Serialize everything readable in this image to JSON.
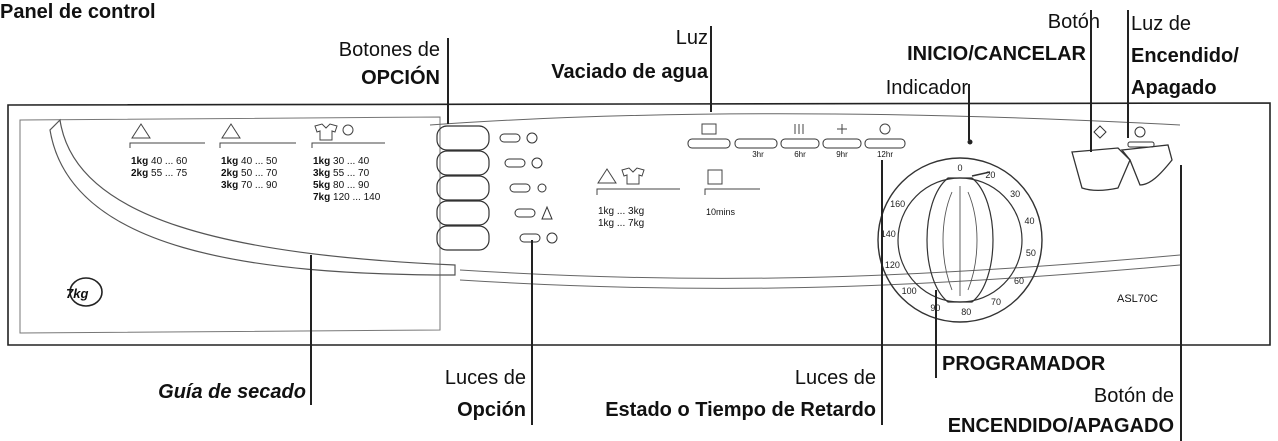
{
  "title": "Panel de control",
  "callouts": {
    "option_buttons": [
      "Botones de",
      "OPCIÓN"
    ],
    "drain_light": [
      "Luz",
      "Vaciado de agua"
    ],
    "start_button": [
      "Botón",
      "INICIO/CANCELAR"
    ],
    "indicator": "Indicador",
    "power_light": [
      "Luz de",
      "Encendido/",
      "Apagado"
    ],
    "drying_guide": "Guía de secado",
    "option_lights": [
      "Luces de",
      "Opción"
    ],
    "status_lights": [
      "Luces de",
      "Estado o Tiempo de Retardo"
    ],
    "programmer": "PROGRAMADOR",
    "power_button": [
      "Botón de",
      "ENCENDIDO/APAGADO"
    ]
  },
  "panel": {
    "model": "ASL70C",
    "badge": "7kg",
    "guide": {
      "col1": [
        [
          "1kg",
          "40 ... 60"
        ],
        [
          "2kg",
          "55 ... 75"
        ]
      ],
      "col2": [
        [
          "1kg",
          "40 ... 50"
        ],
        [
          "2kg",
          "50 ... 70"
        ],
        [
          "3kg",
          "70 ... 90"
        ]
      ],
      "col3": [
        [
          "1kg",
          "30 ... 40"
        ],
        [
          "3kg",
          "55 ... 70"
        ],
        [
          "5kg",
          "80 ... 90"
        ],
        [
          "7kg",
          "120 ... 140"
        ]
      ]
    },
    "mid_guide": [
      "1kg ... 3kg",
      "1kg ... 7kg"
    ],
    "timer_text": "10mins",
    "status_labels": [
      "3hr",
      "6hr",
      "9hr",
      "12hr"
    ],
    "dial_marks": [
      "0",
      "20",
      "30",
      "40",
      "50",
      "60",
      "70",
      "80",
      "90",
      "100",
      "120",
      "140",
      "160"
    ]
  }
}
